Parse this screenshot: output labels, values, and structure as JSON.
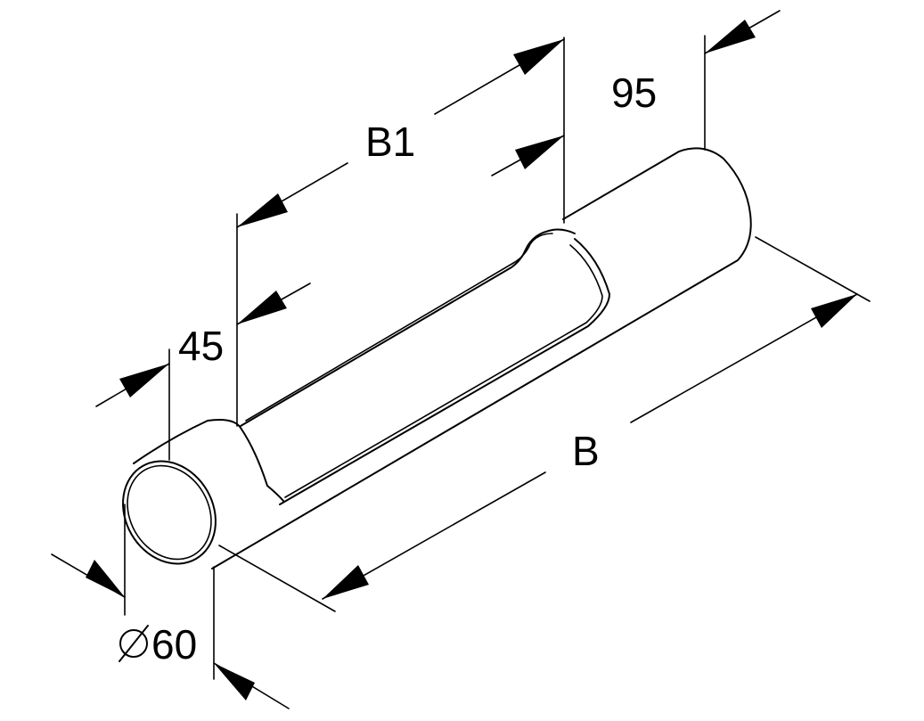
{
  "labels": {
    "b1": "B1",
    "b": "B",
    "d95": "95",
    "d45": "45",
    "dia60": "60"
  },
  "colors": {
    "line": "#000000",
    "background": "#ffffff"
  }
}
